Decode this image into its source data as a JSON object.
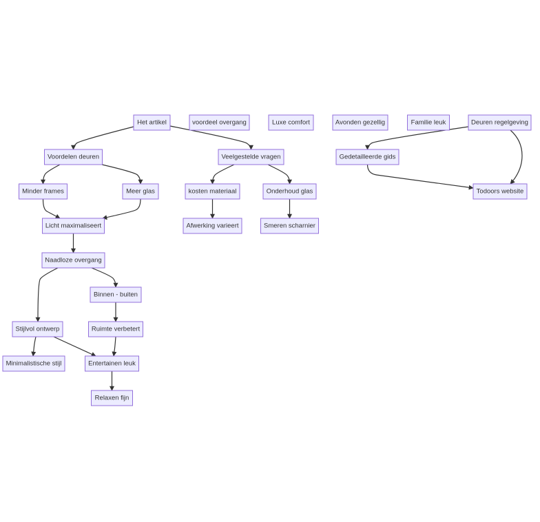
{
  "diagram": {
    "type": "flowchart",
    "nodes": [
      {
        "id": "het_artikel",
        "label": "Het artikel"
      },
      {
        "id": "voordeel_overgang",
        "label": "voordeel overgang"
      },
      {
        "id": "luxe_comfort",
        "label": "Luxe comfort"
      },
      {
        "id": "avonden_gezellig",
        "label": "Avonden gezellig"
      },
      {
        "id": "familie_leuk",
        "label": "Familie leuk"
      },
      {
        "id": "deuren_regelgeving",
        "label": "Deuren regelgeving"
      },
      {
        "id": "voordelen_deuren",
        "label": "Voordelen deuren"
      },
      {
        "id": "veelgestelde_vragen",
        "label": "Veelgestelde vragen"
      },
      {
        "id": "gedetailleerde_gids",
        "label": "Gedetailleerde gids"
      },
      {
        "id": "minder_frames",
        "label": "Minder frames"
      },
      {
        "id": "meer_glas",
        "label": "Meer glas"
      },
      {
        "id": "kosten_materiaal",
        "label": "kosten materiaal"
      },
      {
        "id": "onderhoud_glas",
        "label": "Onderhoud glas"
      },
      {
        "id": "todoors_website",
        "label": "Todoors website"
      },
      {
        "id": "licht_maximaliseert",
        "label": "Licht maximaliseert"
      },
      {
        "id": "afwerking_varieert",
        "label": "Afwerking varieert"
      },
      {
        "id": "smeren_scharnier",
        "label": "Smeren scharnier"
      },
      {
        "id": "naadloze_overgang",
        "label": "Naadloze overgang"
      },
      {
        "id": "binnen_buiten",
        "label": "Binnen - buiten"
      },
      {
        "id": "stijlvol_ontwerp",
        "label": "Stijlvol ontwerp"
      },
      {
        "id": "ruimte_verbetert",
        "label": "Ruimte verbetert"
      },
      {
        "id": "minimalistische_stijl",
        "label": "Minimalistische stijl"
      },
      {
        "id": "entertainen_leuk",
        "label": "Entertainen leuk"
      },
      {
        "id": "relaxen_fijn",
        "label": "Relaxen fijn"
      }
    ],
    "edges": [
      {
        "from": "het_artikel",
        "to": "voordelen_deuren"
      },
      {
        "from": "het_artikel",
        "to": "veelgestelde_vragen"
      },
      {
        "from": "familie_leuk",
        "to": "gedetailleerde_gids"
      },
      {
        "from": "deuren_regelgeving",
        "to": "todoors_website"
      },
      {
        "from": "gedetailleerde_gids",
        "to": "todoors_website"
      },
      {
        "from": "voordelen_deuren",
        "to": "minder_frames"
      },
      {
        "from": "voordelen_deuren",
        "to": "meer_glas"
      },
      {
        "from": "veelgestelde_vragen",
        "to": "kosten_materiaal"
      },
      {
        "from": "veelgestelde_vragen",
        "to": "onderhoud_glas"
      },
      {
        "from": "minder_frames",
        "to": "licht_maximaliseert"
      },
      {
        "from": "meer_glas",
        "to": "licht_maximaliseert"
      },
      {
        "from": "kosten_materiaal",
        "to": "afwerking_varieert"
      },
      {
        "from": "onderhoud_glas",
        "to": "smeren_scharnier"
      },
      {
        "from": "licht_maximaliseert",
        "to": "naadloze_overgang"
      },
      {
        "from": "naadloze_overgang",
        "to": "stijlvol_ontwerp"
      },
      {
        "from": "naadloze_overgang",
        "to": "binnen_buiten"
      },
      {
        "from": "binnen_buiten",
        "to": "ruimte_verbetert"
      },
      {
        "from": "stijlvol_ontwerp",
        "to": "minimalistische_stijl"
      },
      {
        "from": "stijlvol_ontwerp",
        "to": "entertainen_leuk"
      },
      {
        "from": "ruimte_verbetert",
        "to": "entertainen_leuk"
      },
      {
        "from": "entertainen_leuk",
        "to": "relaxen_fijn"
      }
    ]
  },
  "colors": {
    "node_fill": "#ECECFF",
    "node_stroke": "#9370DB",
    "text": "#333333",
    "edge": "#333333",
    "background": "#FFFFFF"
  }
}
